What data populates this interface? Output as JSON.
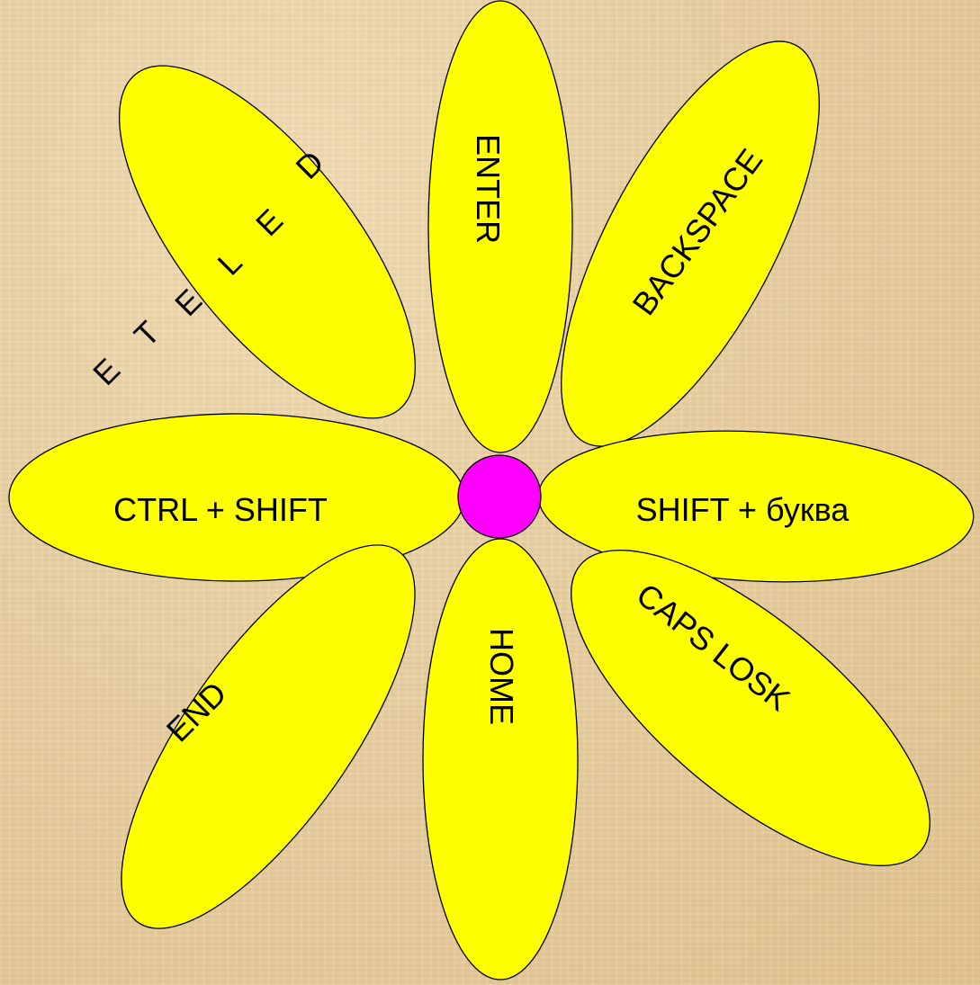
{
  "diagram": {
    "petals": [
      {
        "id": "enter",
        "text": "ENTER"
      },
      {
        "id": "backspace",
        "text": "BACKSPACE"
      },
      {
        "id": "delete",
        "letters": [
          "D",
          "E",
          "L",
          "E",
          "T",
          "E"
        ]
      },
      {
        "id": "ctrl-shift",
        "text": "CTRL + SHIFT"
      },
      {
        "id": "shift-letter",
        "text": "SHIFT + буква"
      },
      {
        "id": "end",
        "text": "END"
      },
      {
        "id": "home",
        "text": "HOME"
      },
      {
        "id": "caps-lock",
        "text": "CAPS LOSK"
      }
    ],
    "colors": {
      "petal": "#ffff00",
      "center": "#ff00ff",
      "outline": "#000000"
    }
  }
}
